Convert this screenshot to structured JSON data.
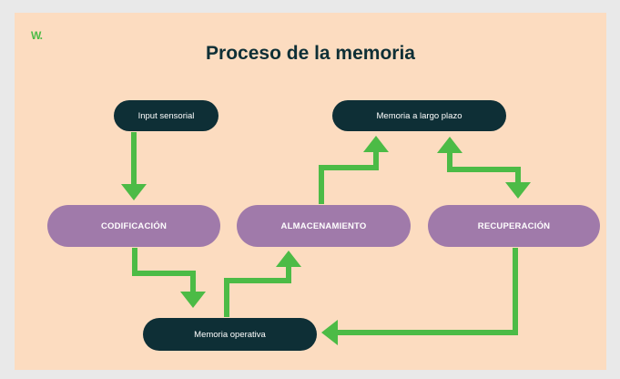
{
  "logo": "W.",
  "title": "Proceso de la memoria",
  "nodes": {
    "input": "Input sensorial",
    "largo_plazo": "Memoria a largo plazo",
    "codificacion": "CODIFICACIÓN",
    "almacenamiento": "ALMACENAMIENTO",
    "recuperacion": "RECUPERACIÓN",
    "operativa": "Memoria operativa"
  },
  "colors": {
    "background": "#fcdcc0",
    "dark_node": "#0e2f36",
    "purple_node": "#a07aaa",
    "arrow": "#4cbb46"
  }
}
